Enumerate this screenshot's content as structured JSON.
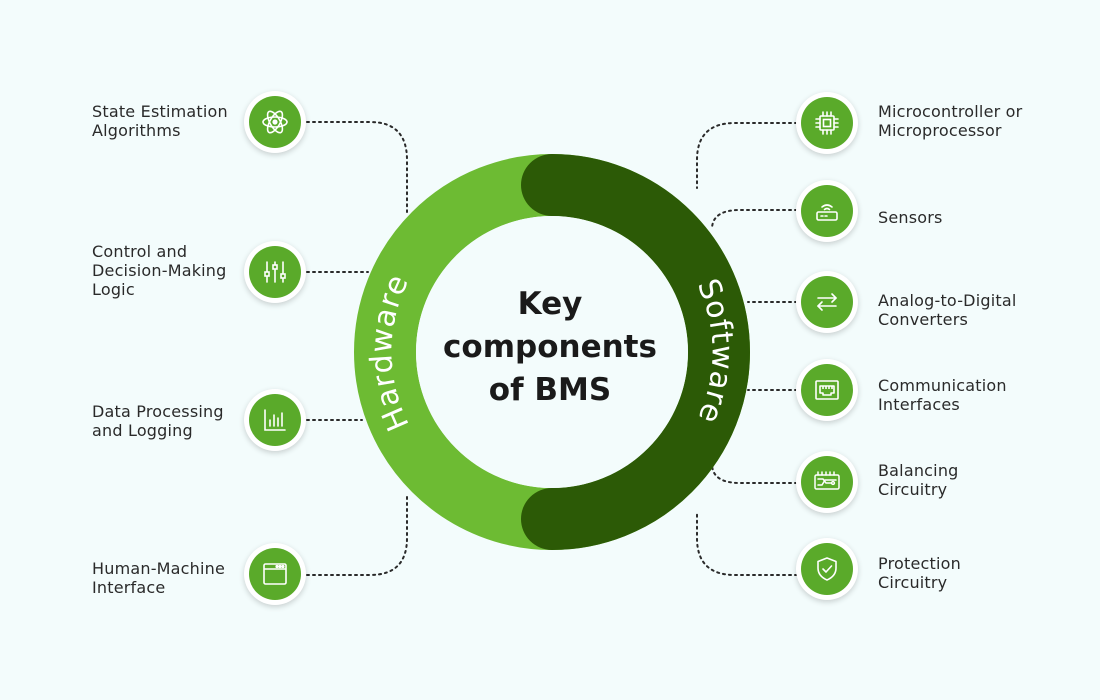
{
  "center": {
    "line1": "Key",
    "line2": "components",
    "line3": "of BMS"
  },
  "ring": {
    "left_label": "Hardware",
    "right_label": "Software"
  },
  "left_items": [
    {
      "line1": "State Estimation",
      "line2": "Algorithms",
      "icon": "atom-icon"
    },
    {
      "line1": "Control and",
      "line2": "Decision-Making",
      "line3": "Logic",
      "icon": "sliders-icon"
    },
    {
      "line1": "Data Processing",
      "line2": "and Logging",
      "icon": "bar-chart-icon"
    },
    {
      "line1": "Human-Machine",
      "line2": "Interface",
      "icon": "window-icon"
    }
  ],
  "right_items": [
    {
      "line1": "Microcontroller or",
      "line2": "Microprocessor",
      "icon": "chip-icon"
    },
    {
      "line1": "Sensors",
      "icon": "router-icon"
    },
    {
      "line1": "Analog-to-Digital",
      "line2": "Converters",
      "icon": "arrows-exchange-icon"
    },
    {
      "line1": "Communication",
      "line2": "Interfaces",
      "icon": "ethernet-port-icon"
    },
    {
      "line1": "Balancing",
      "line2": "Circuitry",
      "icon": "circuit-board-icon"
    },
    {
      "line1": "Protection",
      "line2": "Circuitry",
      "icon": "shield-check-icon"
    }
  ],
  "colors": {
    "light_green": "#6dbb33",
    "dark_green": "#2c5a06",
    "icon_green": "#5aaa2a",
    "background": "#f3fcfc"
  }
}
